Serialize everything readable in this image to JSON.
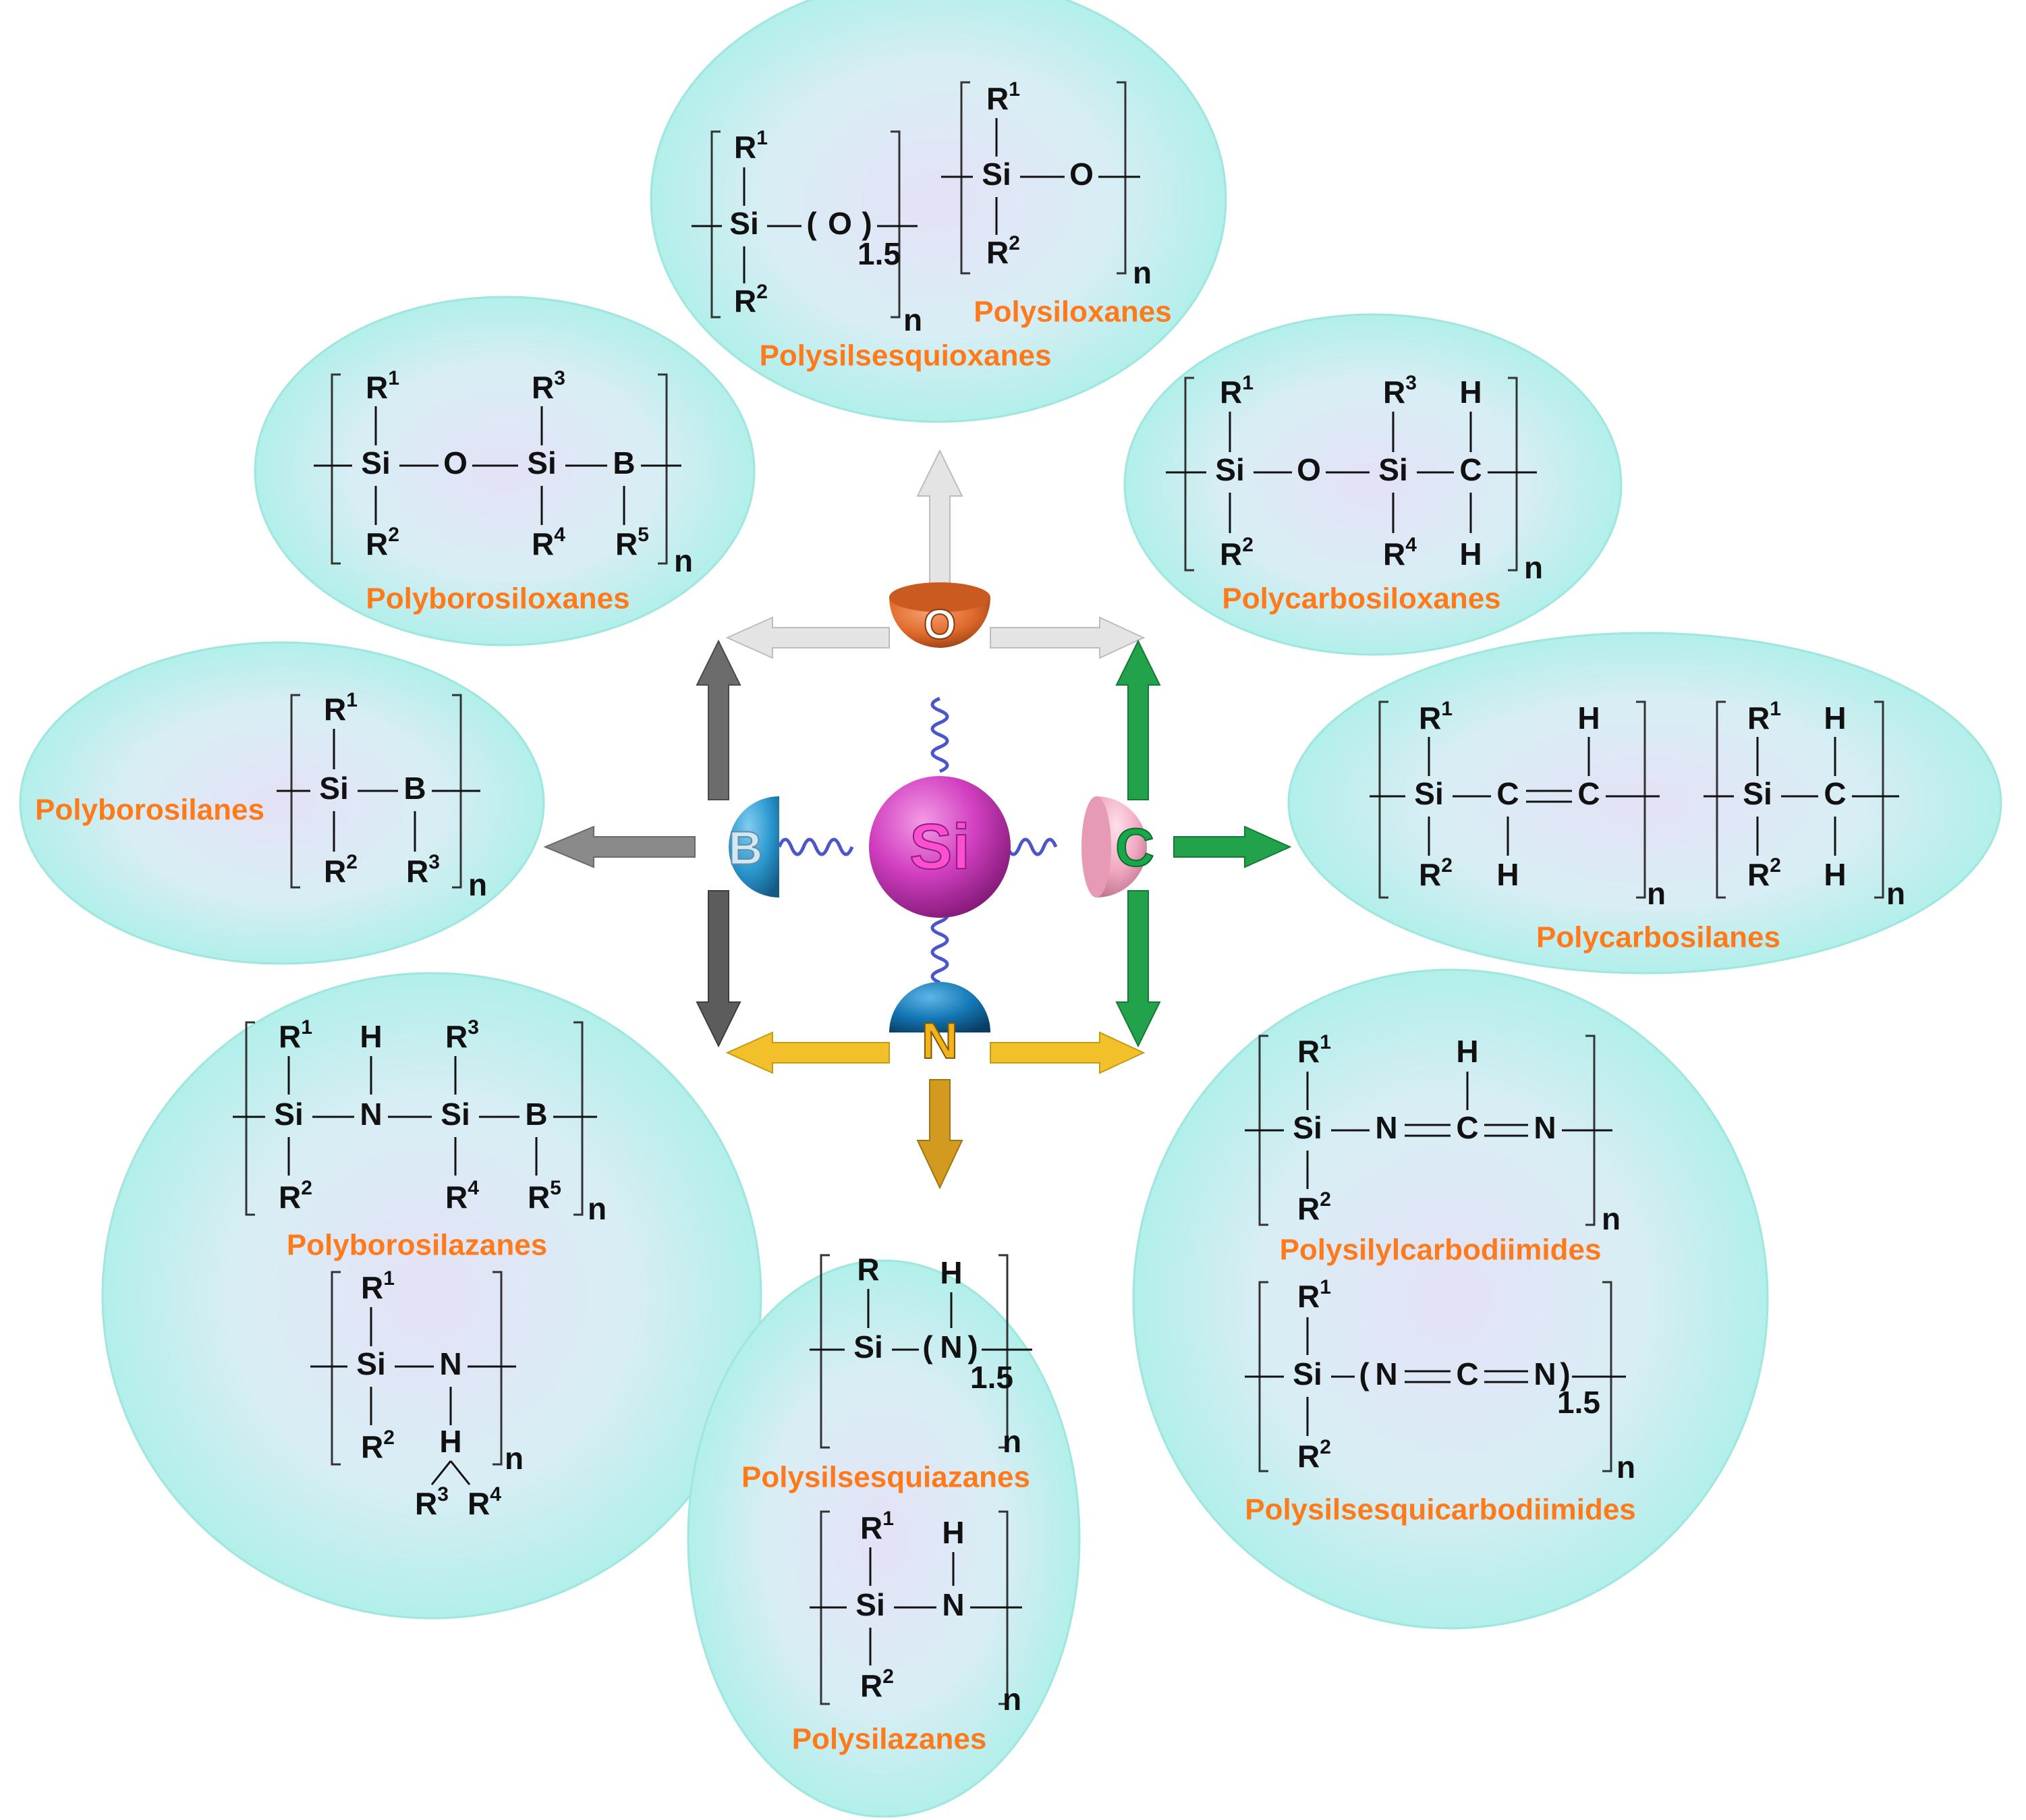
{
  "diagram": {
    "center_atom": "Si",
    "hub_atoms": {
      "top": "O",
      "left": "B",
      "right": "C",
      "bottom": "N"
    },
    "colors": {
      "bubble_fill_a": "#a8efe8",
      "bubble_fill_b": "#e4e2f7",
      "bubble_edge": "#9fe6dd",
      "label_orange": "#ff7a1a",
      "si_sphere": "#d13fc0",
      "si_text": "#ff4fd0",
      "o_sphere": "#e0692a",
      "b_sphere": "#2b97cf",
      "c_sphere": "#f1a7c0",
      "c_text": "#18a84a",
      "n_sphere": "#1276b3",
      "n_text": "#f2b21a",
      "spring": "#4a56c9",
      "arrow_white": "#e4e4e4",
      "arrow_grey": "#8a8a8a",
      "arrow_dark": "#5c5c5c",
      "arrow_green": "#22a24a",
      "arrow_yellow": "#f1c02a",
      "arrow_gold": "#d29a1f"
    },
    "families": [
      {
        "name": "Polysilsesquioxanes"
      },
      {
        "name": "Polysiloxanes"
      },
      {
        "name": "Polyborosiloxanes"
      },
      {
        "name": "Polycarbosiloxanes"
      },
      {
        "name": "Polyborosilanes"
      },
      {
        "name": "Polycarbosilanes"
      },
      {
        "name": "Polyborosilazanes"
      },
      {
        "name": "Polysilylcarbodiimides"
      },
      {
        "name": "Polysilsesquicarbodiimides"
      },
      {
        "name": "Polysilsesquiazanes"
      },
      {
        "name": "Polysilazanes"
      }
    ],
    "structure_text": {
      "Si": "Si",
      "O": "O",
      "B": "B",
      "C": "C",
      "N": "N",
      "H": "H",
      "R": "R",
      "n": "n",
      "one_point_five": "1.5",
      "sup1": "1",
      "sup2": "2",
      "sup3": "3",
      "sup4": "4",
      "sup5": "5"
    }
  }
}
